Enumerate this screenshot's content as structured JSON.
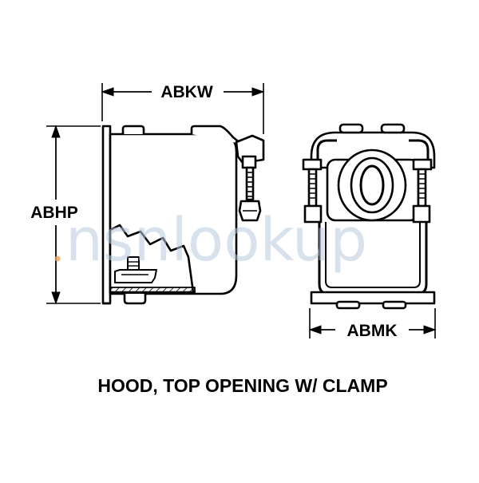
{
  "diagram": {
    "caption": "HOOD, TOP OPENING W/ CLAMP",
    "dimensions": {
      "width_label": "ABKW",
      "height_label": "ABHP",
      "base_width_label": "ABMK"
    },
    "watermark": "nsnlookup",
    "colors": {
      "line": "#000000",
      "background": "#ffffff",
      "watermark": "#b9cbe0",
      "watermark_dot": "#f0a060"
    }
  }
}
